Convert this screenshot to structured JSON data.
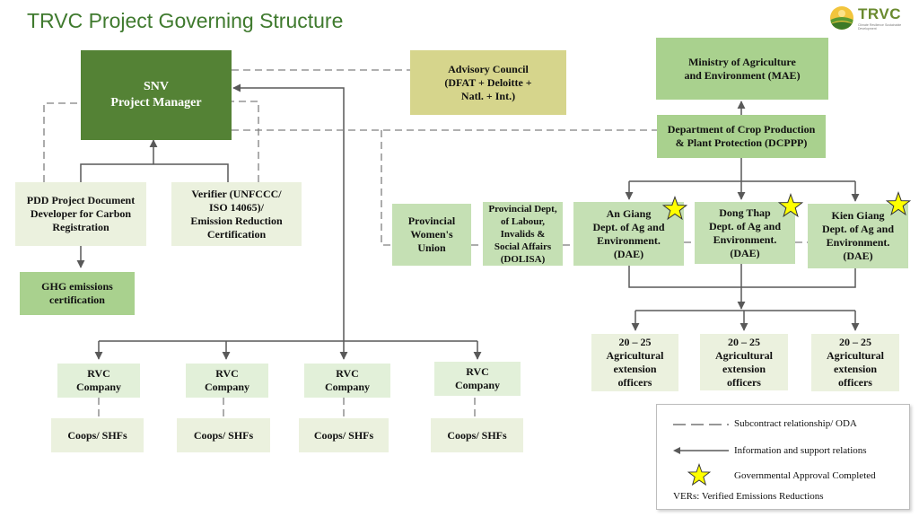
{
  "title": "TRVC Project Governing Structure",
  "logo": {
    "text": "TRVC",
    "tagline": "Climate Resilience Sustainable Development"
  },
  "boxes": {
    "snv": "SNV\nProject Manager",
    "advisory": "Advisory Council\n(DFAT + Deloitte +\nNatl. + Int.)",
    "mae": "Ministry of Agriculture\nand Environment (MAE)",
    "dcppp": "Department of Crop Production\n& Plant Protection (DCPPP)",
    "pdd": "PDD Project Document\nDeveloper for Carbon\nRegistration",
    "verifier": "Verifier (UNFCCC/\nISO 14065)/\nEmission Reduction\nCertification",
    "ghg": "GHG emissions\ncertification",
    "womens_union": "Provincial\nWomen's\nUnion",
    "dolisa": "Provincial Dept,\nof Labour,\nInvalids &\nSocial Affairs\n(DOLISA)",
    "dae_an_giang": "An Giang\nDept. of Ag and\nEnvironment.\n(DAE)",
    "dae_dong_thap": "Dong Thap\nDept. of Ag and\nEnvironment.\n(DAE)",
    "dae_kien_giang": "Kien Giang\nDept. of Ag and\nEnvironment.\n(DAE)",
    "officers": [
      "20 – 25\nAgricultural\nextension\nofficers",
      "20 – 25\nAgricultural\nextension\nofficers",
      "20 – 25\nAgricultural\nextension\nofficers"
    ],
    "rvc_companies": [
      "RVC\nCompany",
      "RVC\nCompany",
      "RVC\nCompany",
      "RVC\nCompany"
    ],
    "coops": [
      "Coops/ SHFs",
      "Coops/ SHFs",
      "Coops/ SHFs",
      "Coops/ SHFs"
    ]
  },
  "legend": {
    "subcontract": "Subcontract relationship/ ODA",
    "information": "Information and support relations",
    "approval": "Governmental Approval Completed",
    "note": "VERs: Verified Emissions Reductions"
  },
  "colors": {
    "dark_green": "#548235",
    "medium_green": "#a9d18e",
    "light_green": "#c5e0b4",
    "pale_green": "#e2f0d9",
    "cream": "#ebf1de",
    "advisory_yellow": "#d6d58c",
    "star_yellow": "#ffff00",
    "title_green": "#3f7a2e",
    "line": "#595959"
  },
  "icons": {
    "approval_star": "star-icon",
    "logo": "sun-logo-icon"
  }
}
